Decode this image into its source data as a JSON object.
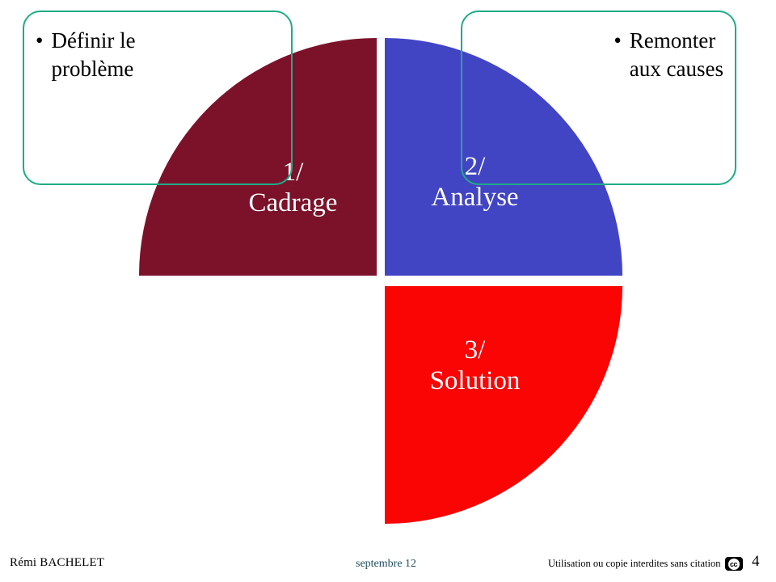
{
  "slide": {
    "background_color": "#ffffff",
    "page_number": "4"
  },
  "callouts": [
    {
      "id": "left",
      "bullet_glyph": "•",
      "text": "Définir  le\nproblème",
      "border_color": "#1fab87"
    },
    {
      "id": "right",
      "bullet_glyph": "•",
      "text": "Remonter\naux causes",
      "border_color": "#1fab87"
    }
  ],
  "chart_data": {
    "type": "pie",
    "title": "",
    "note": "Three-quarter pie: each visible slice is one quadrant (90°) with a white gap between slices; the upper-left quadrant sector is absent/empty.",
    "center": [
      470,
      345
    ],
    "radius": 295,
    "slices": [
      {
        "label": "1/\nCadrage",
        "step": "1",
        "name": "Cadrage",
        "color": "#7b122a",
        "start_angle": 180,
        "end_angle": 270,
        "value": 25,
        "text_color": "#ffffff"
      },
      {
        "label": "2/\nAnalyse",
        "step": "2",
        "name": "Analyse",
        "color": "#4145c4",
        "start_angle": 270,
        "end_angle": 360,
        "value": 25,
        "text_color": "#ffffff"
      },
      {
        "label": "3/\nSolution",
        "step": "3",
        "name": "Solution",
        "color": "#fb0404",
        "start_angle": 0,
        "end_angle": 90,
        "value": 25,
        "text_color": "#ffffff"
      }
    ]
  },
  "footer": {
    "author": "Rémi BACHELET",
    "date": "septembre  12",
    "notice": "Utilisation ou copie interdites sans citation",
    "cc_label": "cc",
    "page": "4",
    "date_color": "#1f4e5f"
  }
}
